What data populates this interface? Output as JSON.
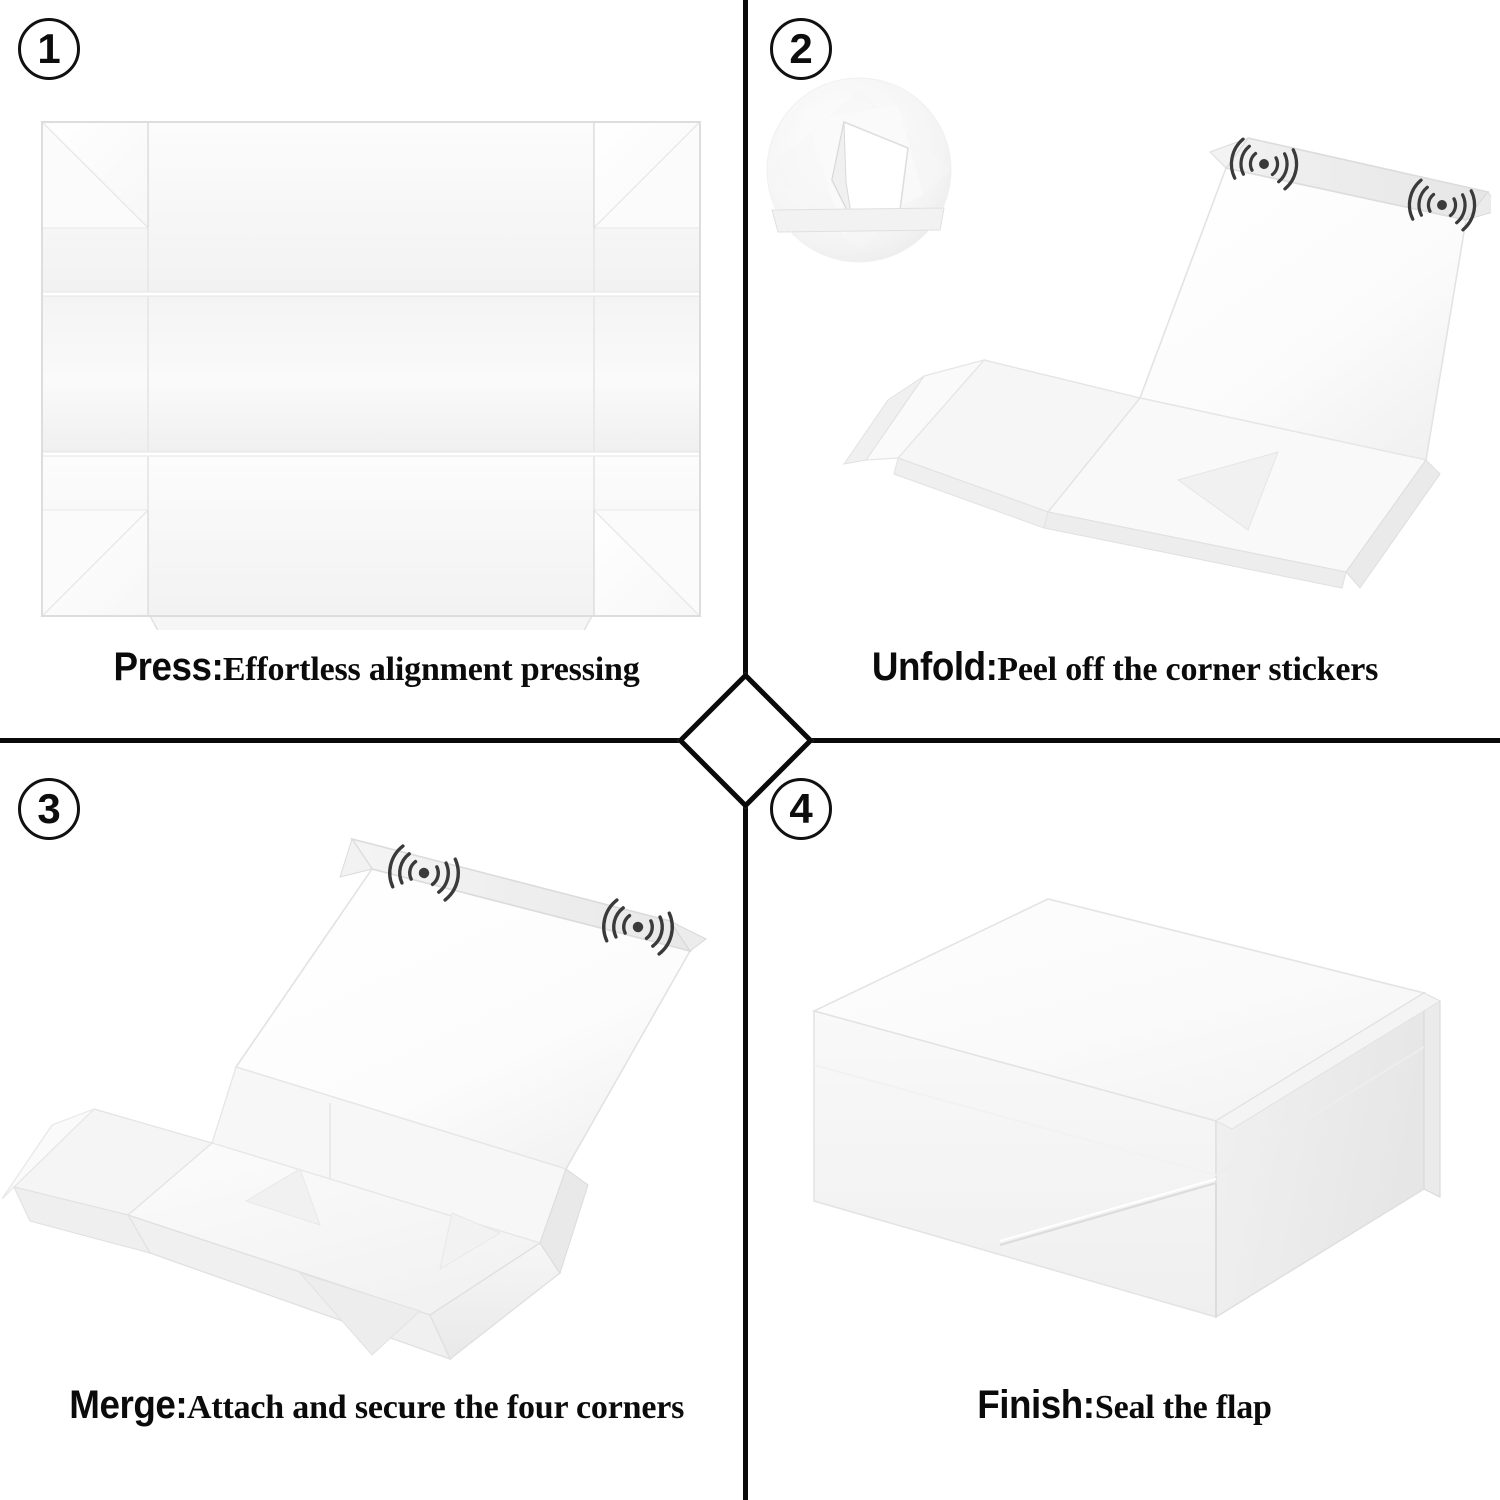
{
  "document": {
    "type": "instructional-diagram",
    "subject": "Magnetic foldable gift box assembly",
    "layout": "2x2 quadrant grid with cross divider and center diamond",
    "background_color": "#ffffff",
    "divider_color": "#0a0a0a",
    "icon_color": "#3a3a3a"
  },
  "steps": [
    {
      "number": "1",
      "key": "Press:",
      "value": "Effortless alignment pressing",
      "illustration": "flat-folded-box-top-view",
      "has_magnet_icons": false,
      "magnet_icon_count": 0,
      "has_inset_detail": false
    },
    {
      "number": "2",
      "key": "Unfold:",
      "value": "Peel off the corner stickers",
      "illustration": "box-unfolded-lid-open",
      "has_magnet_icons": true,
      "magnet_icon_count": 2,
      "has_inset_detail": true,
      "inset_detail": "corner-sticker-peel-closeup"
    },
    {
      "number": "3",
      "key": "Merge:",
      "value": "Attach and secure the four corners",
      "illustration": "box-assembled-lid-raised",
      "has_magnet_icons": true,
      "magnet_icon_count": 2,
      "has_inset_detail": false
    },
    {
      "number": "4",
      "key": "Finish:",
      "value": "Seal the flap",
      "illustration": "box-closed-sealed",
      "has_magnet_icons": false,
      "magnet_icon_count": 0,
      "has_inset_detail": false
    }
  ],
  "icons": {
    "magnet_signal": "magnet-signal-icon",
    "step_badge": "step-number-badge",
    "center_separator": "diamond-separator-icon"
  }
}
